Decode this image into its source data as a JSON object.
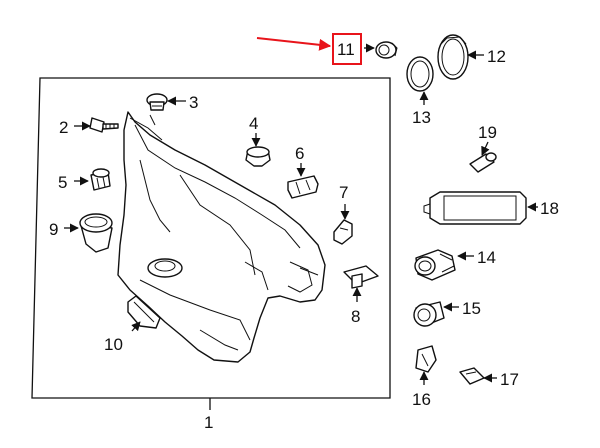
{
  "diagram": {
    "highlight_color": "#e8141b",
    "highlighted_callout": "11",
    "callouts": {
      "c1": "1",
      "c2": "2",
      "c3": "3",
      "c4": "4",
      "c5": "5",
      "c6": "6",
      "c7": "7",
      "c8": "8",
      "c9": "9",
      "c10": "10",
      "c11": "11",
      "c12": "12",
      "c13": "13",
      "c14": "14",
      "c15": "15",
      "c16": "16",
      "c17": "17",
      "c18": "18",
      "c19": "19"
    }
  }
}
